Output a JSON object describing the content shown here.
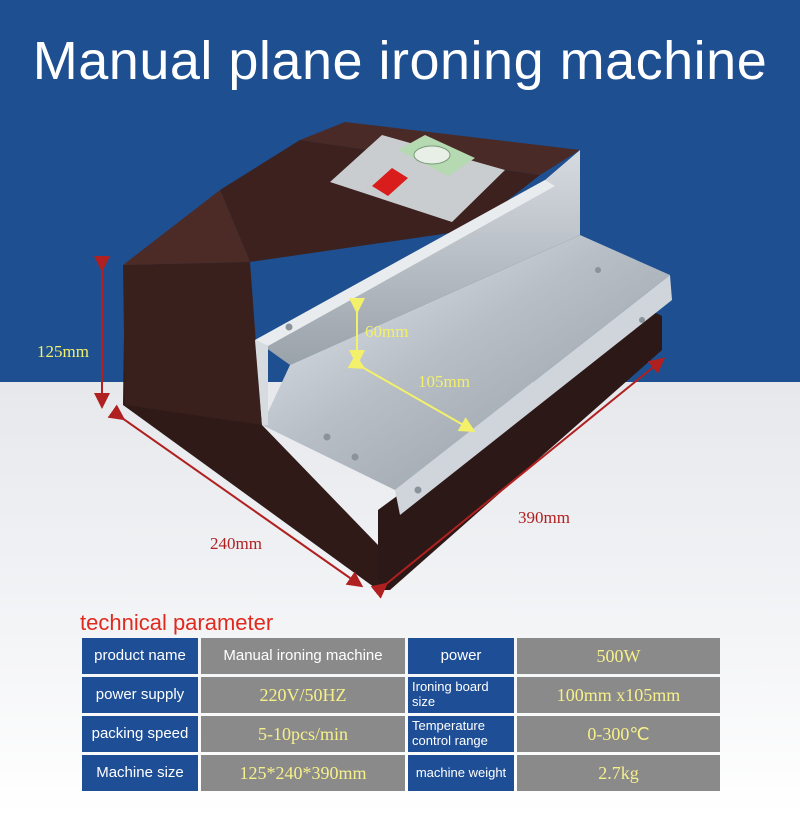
{
  "title": "Manual plane ironing machine",
  "dimensions": {
    "height": "125mm",
    "slot_height": "60mm",
    "slot_depth": "105mm",
    "width": "240mm",
    "length": "390mm"
  },
  "params_title": "technical parameter",
  "params": {
    "product_name_label": "product name",
    "product_name_value": "Manual ironing machine",
    "power_label": "power",
    "power_value": "500W",
    "power_supply_label": "power supply",
    "power_supply_value": "220V/50HZ",
    "board_size_label": "Ironing board size",
    "board_size_value": "100mm x105mm",
    "packing_speed_label": "packing speed",
    "packing_speed_value": "5-10pcs/min",
    "temp_range_label": "Temperature control range",
    "temp_range_value": "0-300℃",
    "machine_size_label": "Machine size",
    "machine_size_value": "125*240*390mm",
    "machine_weight_label": "machine weight",
    "machine_weight_value": "2.7kg"
  },
  "colors": {
    "header_blue": "#1d4f91",
    "label_blue": "#1e4e96",
    "value_grey": "#8a8a8a",
    "dimension_yellow": "#f3f06a",
    "dimension_red": "#b02020",
    "params_title_red": "#e02a1e"
  }
}
